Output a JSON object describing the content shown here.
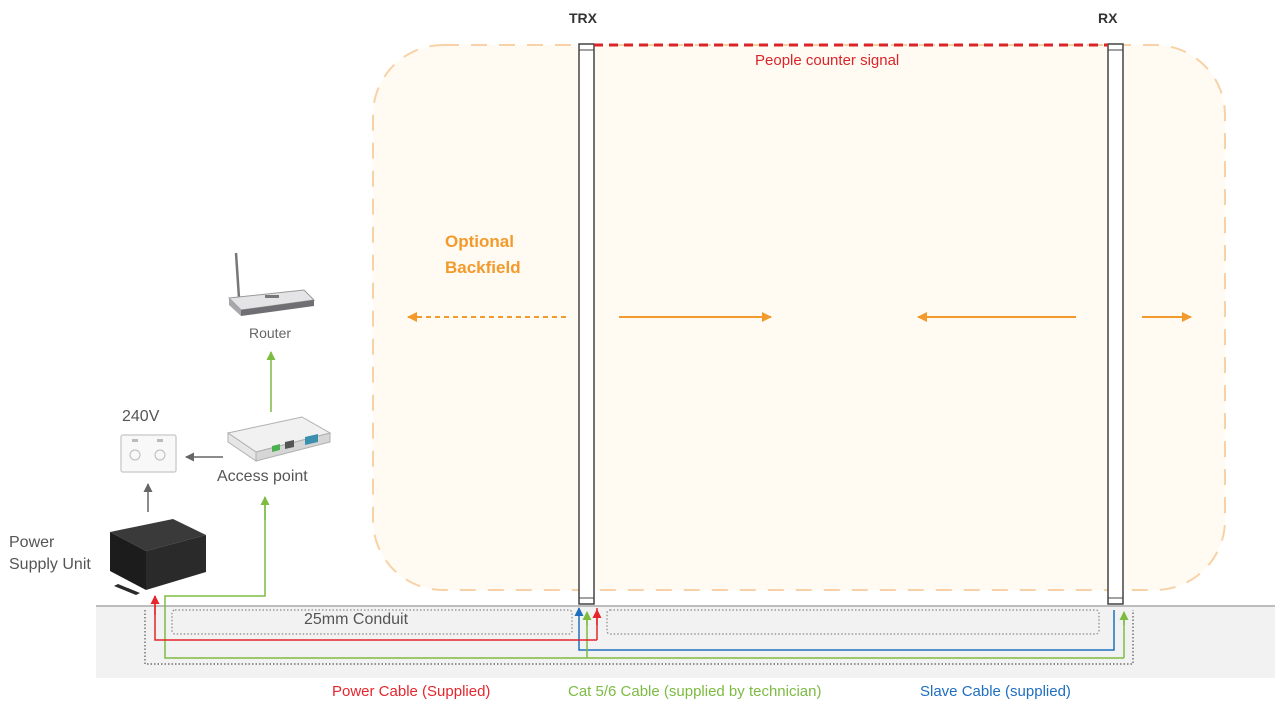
{
  "labels": {
    "trx": "TRX",
    "rx": "RX",
    "people_counter_signal": "People counter signal",
    "optional_backfield": [
      "Optional",
      "Backfield"
    ],
    "router": "Router",
    "voltage": "240V",
    "access_point": "Access point",
    "power_supply_unit": [
      "Power",
      "Supply Unit"
    ],
    "conduit": "25mm Conduit"
  },
  "legend": {
    "power_cable": "Power Cable (Supplied)",
    "cat_cable": "Cat 5/6 Cable (supplied by technician)",
    "slave_cable": "Slave Cable (supplied)"
  },
  "colors": {
    "power": "#e5262d",
    "cat": "#7dbb42",
    "slave": "#1f6fbf",
    "backfield": "#f39a2c",
    "signal": "#d9252a",
    "text": "#555555"
  },
  "icons": {
    "router": "router-icon",
    "outlet": "power-outlet-icon",
    "access_point": "access-point-icon",
    "psu": "power-supply-unit-icon"
  }
}
